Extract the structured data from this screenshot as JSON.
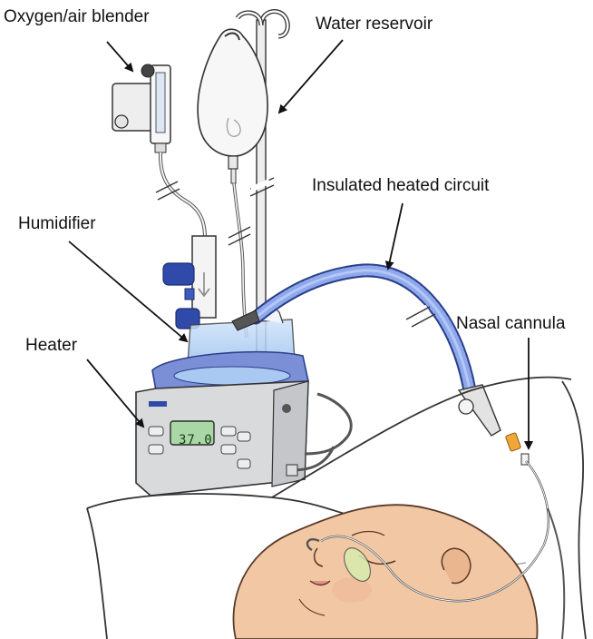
{
  "labels": {
    "blender": "Oxygen/air blender",
    "reservoir": "Water reservoir",
    "circuit": "Insulated heated circuit",
    "humidifier": "Humidifier",
    "nasal_cannula": "Nasal cannula",
    "heater": "Heater"
  },
  "heater_display": {
    "temperature": "37.0"
  },
  "colors": {
    "tube_blue": "#7f9be6",
    "tube_dark": "#4d6cc9",
    "heater_body": "#d9dadc",
    "heater_top": "#7a8fd6",
    "water": "#9fc4ef",
    "skin": "#f2c8a4",
    "display": "#a9d8a6",
    "knob_blue": "#2f4aa8",
    "connector_orange": "#f1a63a"
  }
}
